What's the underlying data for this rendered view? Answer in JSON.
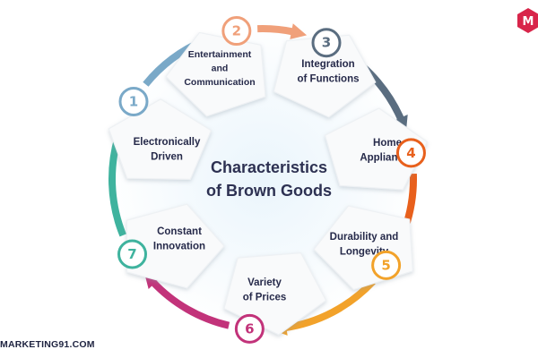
{
  "center": {
    "lines": [
      "Characteristics",
      "of Brown Goods"
    ]
  },
  "steps": [
    {
      "number": "1",
      "lines": [
        "Electronically",
        "Driven"
      ],
      "color": "#7aa9c8"
    },
    {
      "number": "2",
      "lines": [
        "Entertainment",
        "and",
        "Communication"
      ],
      "color": "#f0a07a"
    },
    {
      "number": "3",
      "lines": [
        "Integration",
        "of Functions"
      ],
      "color": "#5a6d80"
    },
    {
      "number": "4",
      "lines": [
        "Home",
        "Appliances"
      ],
      "color": "#e8601c"
    },
    {
      "number": "5",
      "lines": [
        "Durability and",
        "Longevity"
      ],
      "color": "#f2a22a"
    },
    {
      "number": "6",
      "lines": [
        "Variety",
        "of Prices"
      ],
      "color": "#c2337a"
    },
    {
      "number": "7",
      "lines": [
        "Constant",
        "Innovation"
      ],
      "color": "#3fb39e"
    }
  ],
  "footer": {
    "text": "MARKETING91.COM"
  },
  "logo": {
    "letter": "M",
    "color": "#d8254a"
  }
}
